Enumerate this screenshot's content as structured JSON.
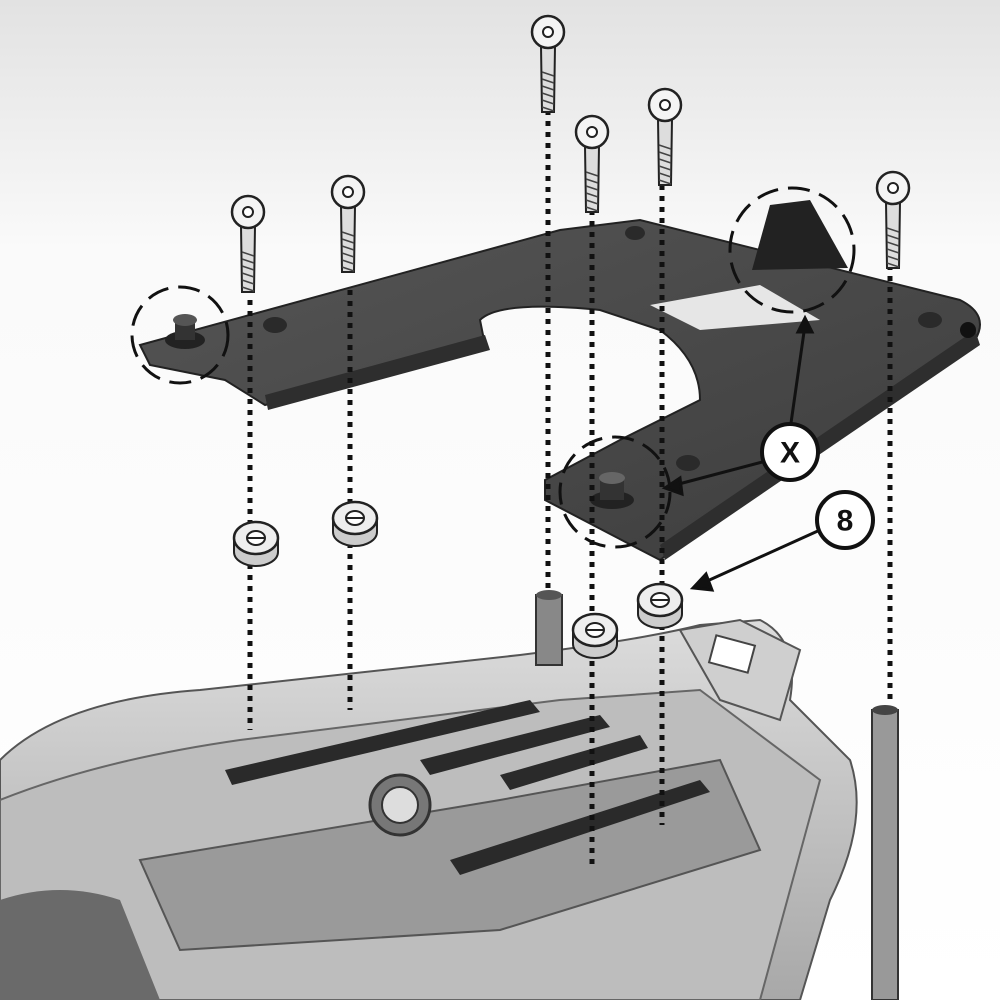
{
  "diagram": {
    "callouts": [
      {
        "id": "x",
        "label": "X"
      },
      {
        "id": "8",
        "label": "8"
      }
    ],
    "colors": {
      "plate": "#4a4a4a",
      "rack": "#c8c8c8",
      "background_top": "#e4e4e4",
      "line": "#111111"
    }
  }
}
